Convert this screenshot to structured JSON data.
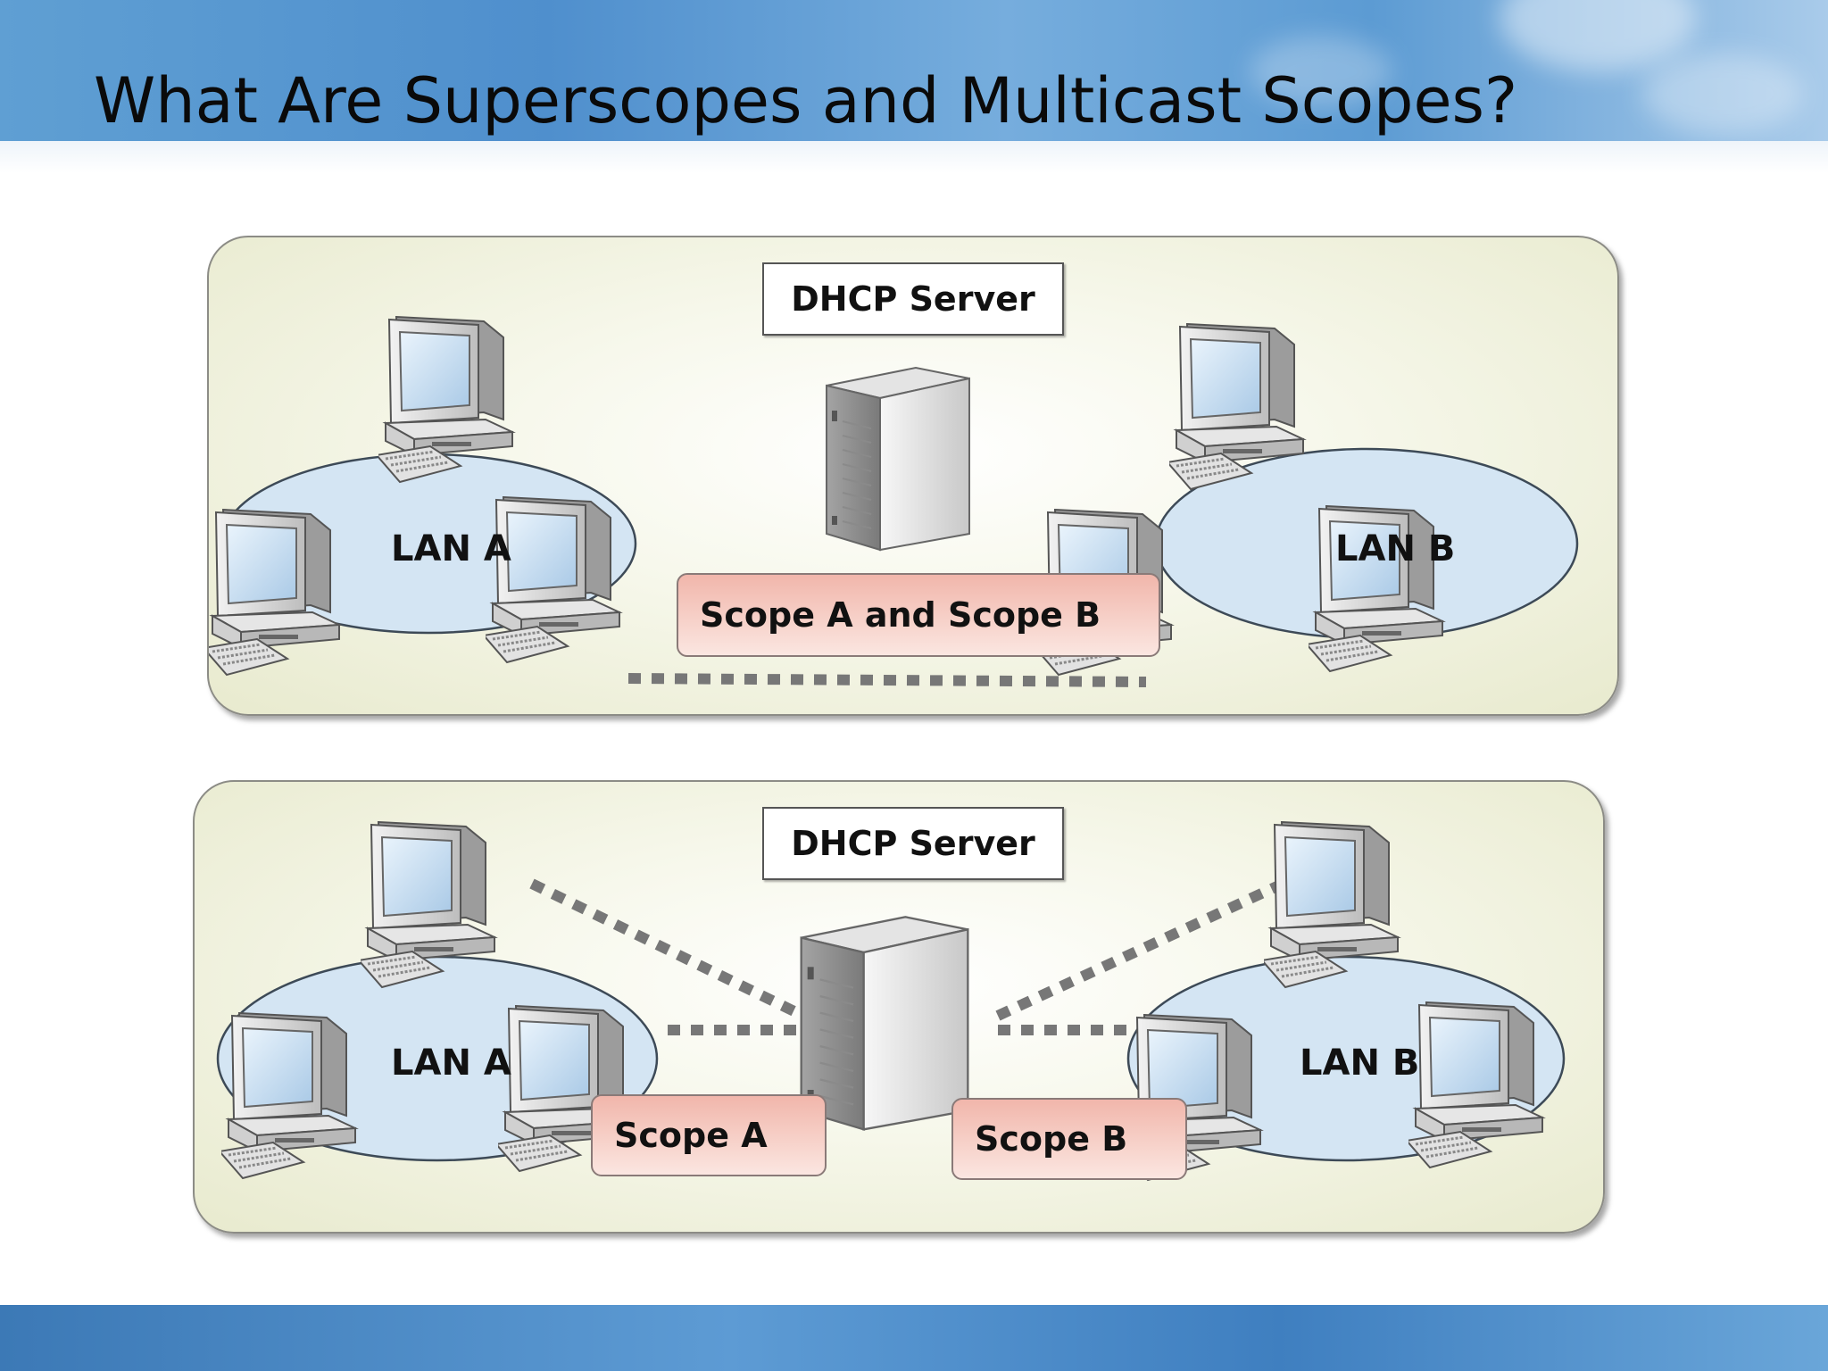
{
  "slide": {
    "title": "What Are Superscopes and Multicast Scopes?"
  },
  "diagram_top": {
    "server_label": "DHCP Server",
    "lan_left": "LAN A",
    "lan_right": "LAN B",
    "scope_label": "Scope A and Scope B"
  },
  "diagram_bottom": {
    "server_label": "DHCP Server",
    "lan_left": "LAN A",
    "lan_right": "LAN B",
    "scope_left": "Scope A",
    "scope_right": "Scope B"
  },
  "colors": {
    "lan_ellipse_fill": "#cfe2f1",
    "lan_ellipse_stroke": "#3d4a57",
    "link_dash": "#777777",
    "scope_fill": "#f4c4bb",
    "panel_fill": "#f4f5e2"
  },
  "icons": [
    "computer-icon",
    "server-icon"
  ]
}
